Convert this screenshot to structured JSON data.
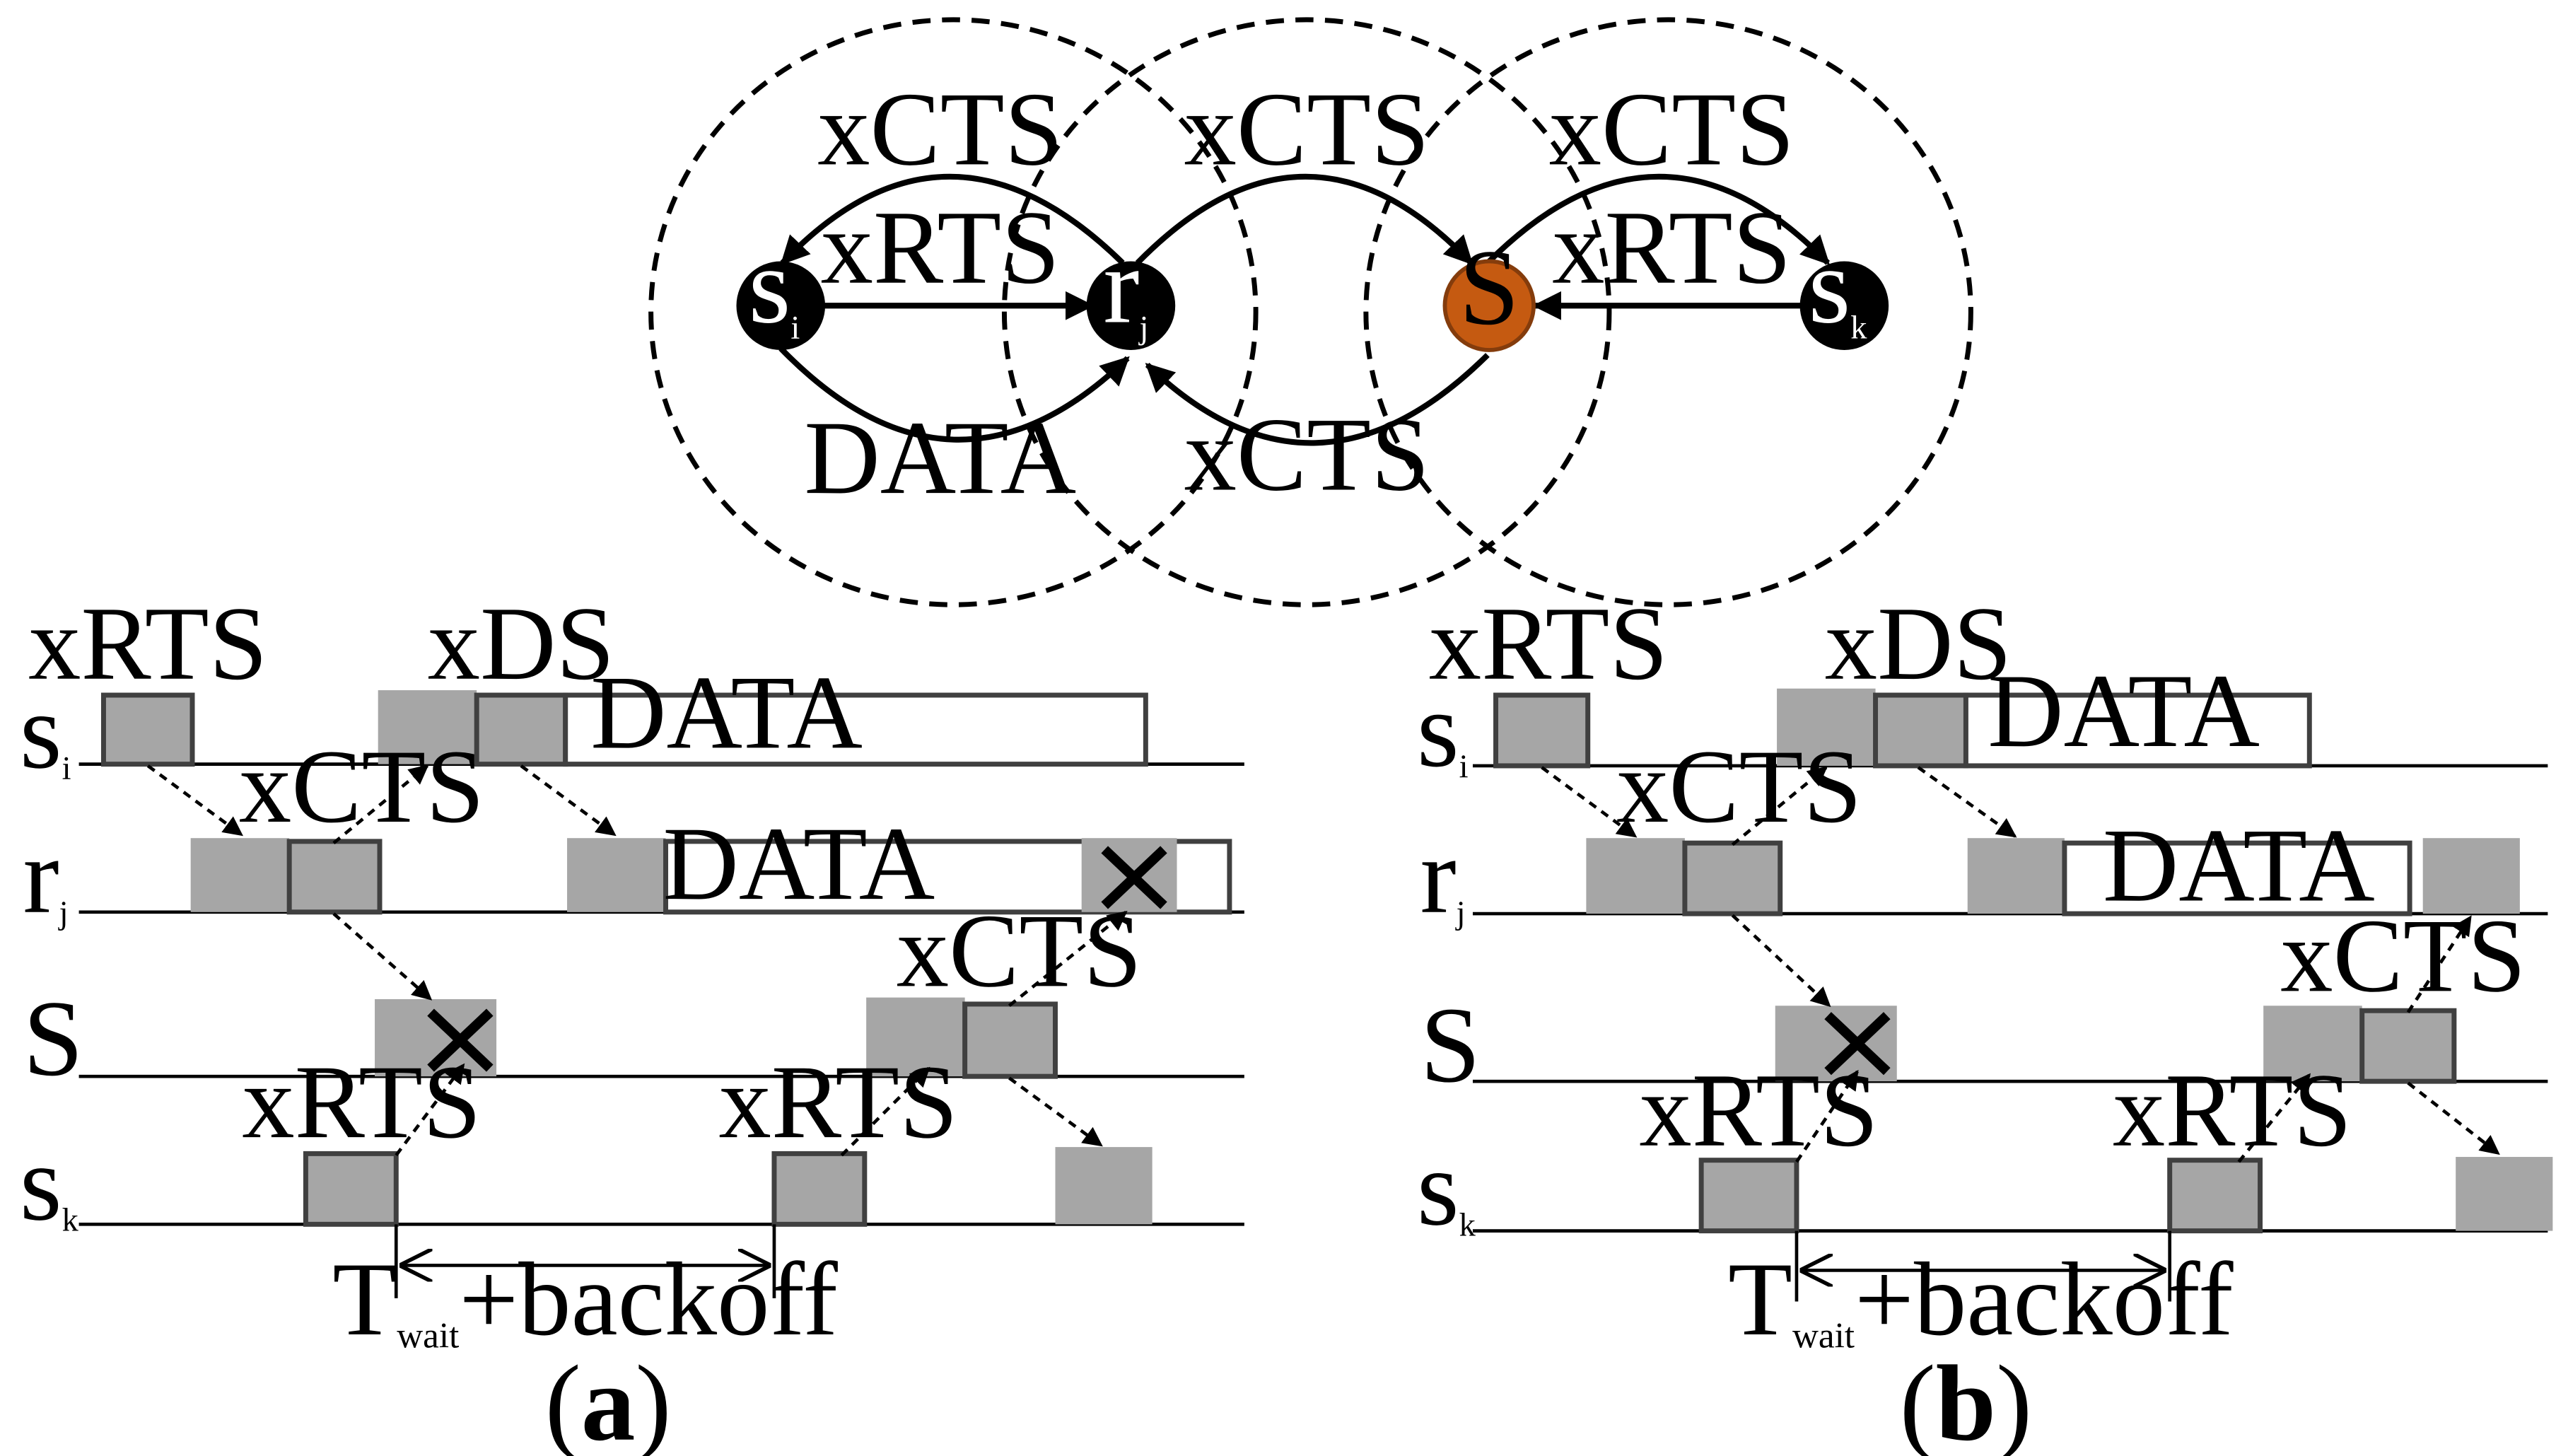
{
  "top_network": {
    "nodes": {
      "si": {
        "base": "s",
        "sub": "i"
      },
      "rj": {
        "base": "r",
        "sub": "j"
      },
      "S": {
        "base": "S",
        "sub": ""
      },
      "sk": {
        "base": "s",
        "sub": "k"
      }
    },
    "node_colors": {
      "black": "#000000",
      "S_fill": "#c55a11",
      "S_stroke": "#843c0c"
    },
    "arrow_labels": {
      "si_xcts_top": "xCTS",
      "si_xrts": "xRTS",
      "si_data": "DATA",
      "rj_xcts_top": "xCTS",
      "rj_xcts_bottom": "xCTS",
      "sk_xcts_top": "xCTS",
      "sk_xrts": "xRTS"
    }
  },
  "panel_a": {
    "caption": {
      "open": "(",
      "letter": "a",
      "close": ")"
    },
    "rows": [
      {
        "base": "s",
        "sub": "i"
      },
      {
        "base": "r",
        "sub": "j"
      },
      {
        "base": "S",
        "sub": ""
      },
      {
        "base": "s",
        "sub": "k"
      }
    ],
    "labels": {
      "si_xrts": "xRTS",
      "si_xds": "xDS",
      "si_data": "DATA",
      "rj_xcts": "xCTS",
      "rj_data": "DATA",
      "S_xcts": "xCTS",
      "sk_xrts_1": "xRTS",
      "sk_xrts_2": "xRTS"
    },
    "timer": {
      "T": "T",
      "sub": "wait",
      "rest": "+backoff"
    }
  },
  "panel_b": {
    "caption": {
      "open": "(",
      "letter": "b",
      "close": ")"
    },
    "rows": [
      {
        "base": "s",
        "sub": "i"
      },
      {
        "base": "r",
        "sub": "j"
      },
      {
        "base": "S",
        "sub": ""
      },
      {
        "base": "s",
        "sub": "k"
      }
    ],
    "labels": {
      "si_xrts": "xRTS",
      "si_xds": "xDS",
      "si_data": "DATA",
      "rj_xcts": "xCTS",
      "rj_data": "DATA",
      "S_xcts": "xCTS",
      "sk_xrts_1": "xRTS",
      "sk_xrts_2": "xRTS"
    },
    "timer": {
      "T": "T",
      "sub": "wait",
      "rest": "+backoff"
    }
  },
  "colors": {
    "packet_fill": "#a6a6a6",
    "packet_stroke": "#404040",
    "data_fill": "#ffffff",
    "line": "#000000"
  }
}
